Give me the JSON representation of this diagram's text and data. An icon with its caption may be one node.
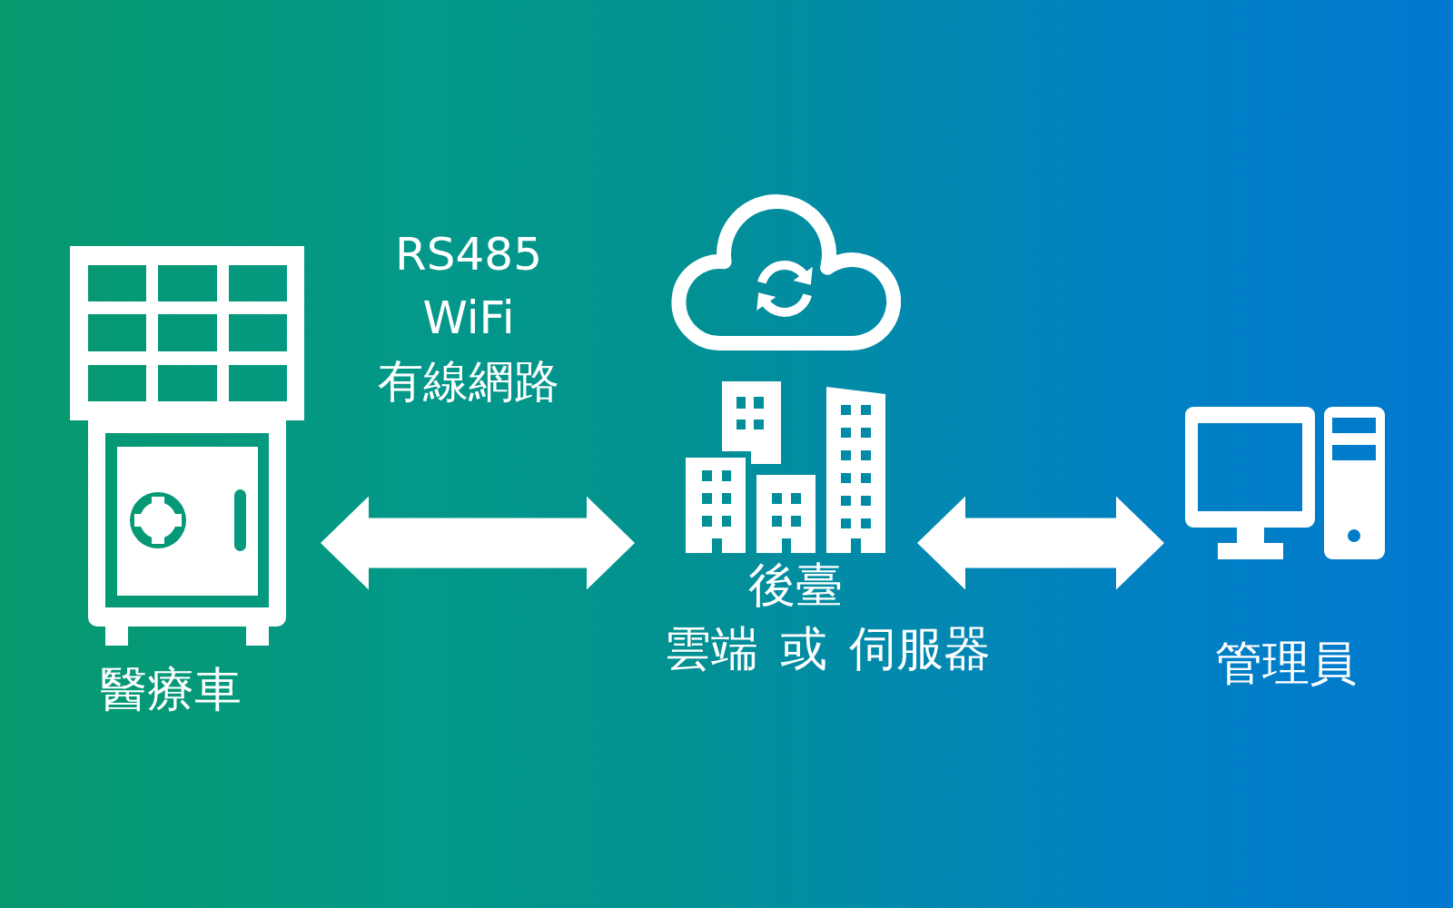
{
  "diagram": {
    "nodes": [
      {
        "text": [],
        "shape": "picture",
        "beside": [
          "醫療車"
        ]
      },
      {
        "text": [],
        "shape": "picture",
        "beside": [
          "後臺",
          "雲端 或 伺服器"
        ]
      },
      {
        "text": [],
        "shape": "computer",
        "beside": [
          "管理員"
        ]
      }
    ],
    "edges": [
      {
        "from": 0,
        "to": 1,
        "arrow": "both",
        "label": "RS485 WiFi 有線網路"
      },
      {
        "from": 1,
        "to": 2,
        "arrow": "both"
      }
    ]
  }
}
